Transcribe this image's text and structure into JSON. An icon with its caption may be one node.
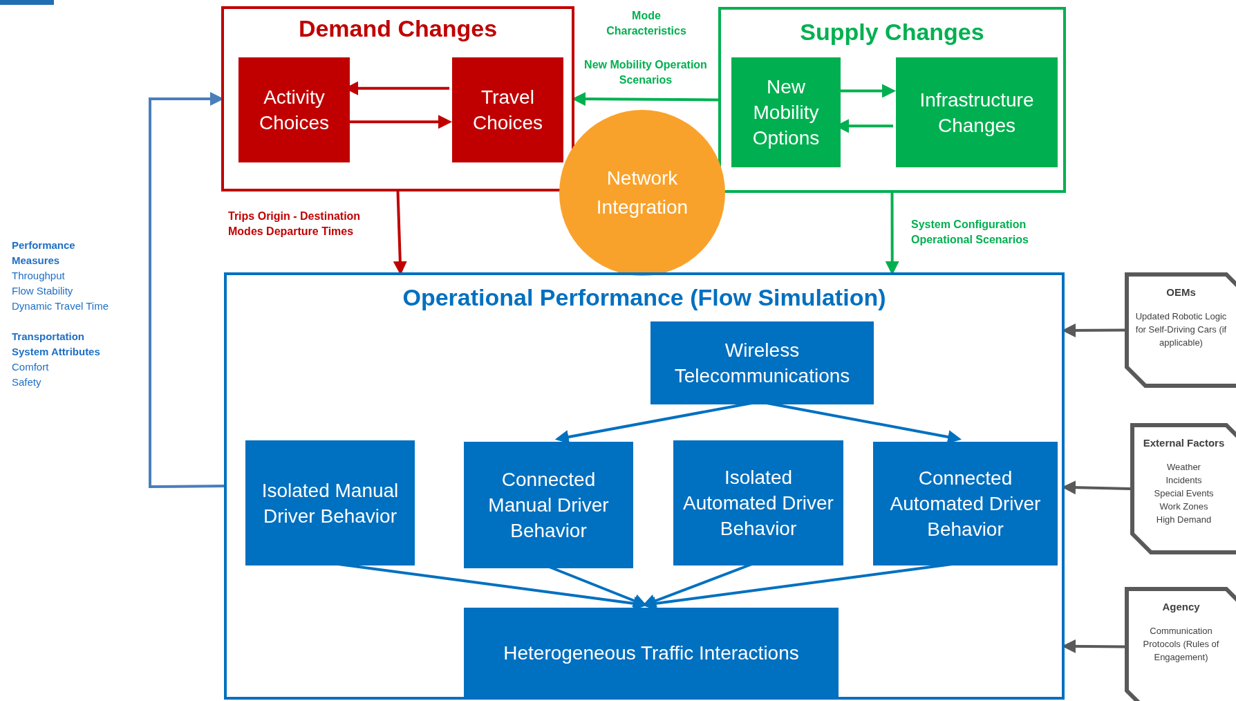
{
  "diagram": {
    "nodes": [
      {
        "text": [
          "Demand Changes"
        ]
      },
      {
        "text": [
          "Activity Choices"
        ],
        "in": 0
      },
      {
        "text": [
          "Travel Choices"
        ],
        "in": 0
      },
      {
        "text": [
          "Supply Changes"
        ]
      },
      {
        "text": [
          "New Mobility Options"
        ],
        "in": 3
      },
      {
        "text": [
          "Infrastructure Changes"
        ],
        "in": 3
      },
      {
        "text": [
          "Network Integration"
        ]
      },
      {
        "text": [
          "Operational Performance (Flow Simulation)"
        ]
      },
      {
        "text": [
          "Wireless Telecommunications"
        ],
        "in": 7
      },
      {
        "text": [
          "Isolated Manual Driver Behavior"
        ],
        "in": 7
      },
      {
        "text": [
          "Connected Manual Driver Behavior"
        ],
        "in": 7
      },
      {
        "text": [
          "Isolated Automated Driver Behavior"
        ],
        "in": 7
      },
      {
        "text": [
          "Connected Automated Driver Behavior"
        ],
        "in": 7
      },
      {
        "text": [
          "Heterogeneous  Traffic Interactions"
        ],
        "in": 7
      },
      {
        "text": [
          "OEMs",
          "Updated Robotic Logic for Self-Driving Cars (if applicable)"
        ]
      },
      {
        "text": [
          "External Factors",
          "Weather",
          "Incidents",
          "Special Events",
          "Work Zones",
          "High Demand"
        ]
      },
      {
        "text": [
          "Agency",
          "Communication Protocols (Rules of Engagement)"
        ]
      }
    ],
    "edges": [
      {
        "from": 2,
        "to": 1,
        "arrow": "to",
        "color": "#c00000"
      },
      {
        "from": 1,
        "to": 2,
        "arrow": "to",
        "color": "#c00000"
      },
      {
        "from": 4,
        "to": 5,
        "arrow": "to",
        "color": "#00b050"
      },
      {
        "from": 5,
        "to": 4,
        "arrow": "to",
        "color": "#00b050"
      },
      {
        "from": 3,
        "to": 0,
        "arrow": "to",
        "label": "New Mobility Operation Scenarios",
        "color": "#00b050"
      },
      {
        "from": 0,
        "to": 7,
        "arrow": "to",
        "label": "Trips Origin - Destination Modes Departure Times",
        "color": "#c00000"
      },
      {
        "from": 3,
        "to": 7,
        "arrow": "to",
        "label": "System Configuration Operational Scenarios",
        "color": "#00b050"
      },
      {
        "from": 7,
        "to": 0,
        "arrow": "to",
        "color": "#4a7ebb"
      },
      {
        "from": 8,
        "to": 10,
        "arrow": "to",
        "color": "#0070c0"
      },
      {
        "from": 8,
        "to": 12,
        "arrow": "to",
        "color": "#0070c0"
      },
      {
        "from": 9,
        "to": 13,
        "arrow": "to",
        "color": "#0070c0"
      },
      {
        "from": 10,
        "to": 13,
        "arrow": "to",
        "color": "#0070c0"
      },
      {
        "from": 11,
        "to": 13,
        "arrow": "to",
        "color": "#0070c0"
      },
      {
        "from": 12,
        "to": 13,
        "arrow": "to",
        "color": "#0070c0"
      },
      {
        "from": 14,
        "to": 7,
        "arrow": "to",
        "color": "#595959"
      },
      {
        "from": 15,
        "to": 7,
        "arrow": "to",
        "color": "#595959"
      },
      {
        "from": 16,
        "to": 7,
        "arrow": "to",
        "color": "#595959"
      }
    ],
    "labels": [
      "Mode Characteristics",
      "Performance Measures",
      "Throughput",
      "Flow Stability",
      "Dynamic Travel Time",
      "Transportation System Attributes",
      "Comfort",
      "Safety"
    ]
  }
}
